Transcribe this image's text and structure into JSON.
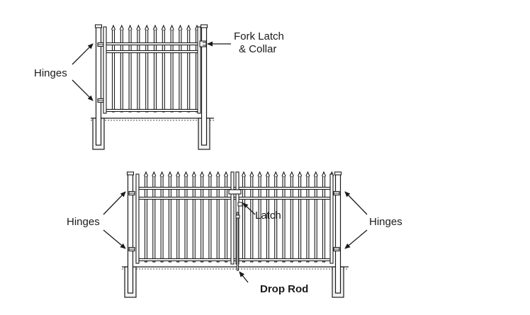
{
  "single_gate": {
    "hinges_label": "Hinges",
    "latch_label_line1": "Fork Latch",
    "latch_label_line2": "& Collar"
  },
  "double_gate": {
    "hinges_left_label": "Hinges",
    "hinges_right_label": "Hinges",
    "latch_label": "Latch",
    "drop_rod_label": "Drop Rod"
  },
  "colors": {
    "line": "#1a1a1a",
    "background": "#ffffff",
    "concrete": "#f2f2f2"
  }
}
